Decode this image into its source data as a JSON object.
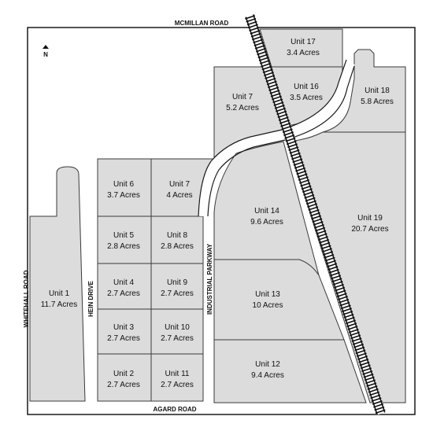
{
  "roads": {
    "north": "MCMILLAN ROAD",
    "south": "AGARD ROAD",
    "west": "WHITEHALL ROAD",
    "interior_west": "HEIN DRIVE",
    "interior_east": "INDUSTRIAL PARKWAY"
  },
  "north_arrow": {
    "label": "N"
  },
  "units": [
    {
      "id": "u17",
      "name": "Unit 17",
      "area": "3.4 Acres"
    },
    {
      "id": "u7a",
      "name": "Unit 7",
      "area": "5.2 Acres"
    },
    {
      "id": "u16",
      "name": "Unit 16",
      "area": "3.5 Acres"
    },
    {
      "id": "u18",
      "name": "Unit 18",
      "area": "5.8 Acres"
    },
    {
      "id": "u6",
      "name": "Unit 6",
      "area": "3.7 Acres"
    },
    {
      "id": "u7b",
      "name": "Unit 7",
      "area": "4 Acres"
    },
    {
      "id": "u5",
      "name": "Unit 5",
      "area": "2.8 Acres"
    },
    {
      "id": "u8",
      "name": "Unit 8",
      "area": "2.8 Acres"
    },
    {
      "id": "u4",
      "name": "Unit 4",
      "area": "2.7 Acres"
    },
    {
      "id": "u9",
      "name": "Unit 9",
      "area": "2.7 Acres"
    },
    {
      "id": "u3",
      "name": "Unit 3",
      "area": "2.7 Acres"
    },
    {
      "id": "u10",
      "name": "Unit 10",
      "area": "2.7 Acres"
    },
    {
      "id": "u2",
      "name": "Unit 2",
      "area": "2.7 Acres"
    },
    {
      "id": "u11",
      "name": "Unit 11",
      "area": "2.7 Acres"
    },
    {
      "id": "u1",
      "name": "Unit 1",
      "area": "11.7 Acres"
    },
    {
      "id": "u14",
      "name": "Unit 14",
      "area": "9.6 Acres"
    },
    {
      "id": "u19",
      "name": "Unit 19",
      "area": "20.7 Acres"
    },
    {
      "id": "u13",
      "name": "Unit 13",
      "area": "10 Acres"
    },
    {
      "id": "u12",
      "name": "Unit 12",
      "area": "9.4 Acres"
    }
  ]
}
